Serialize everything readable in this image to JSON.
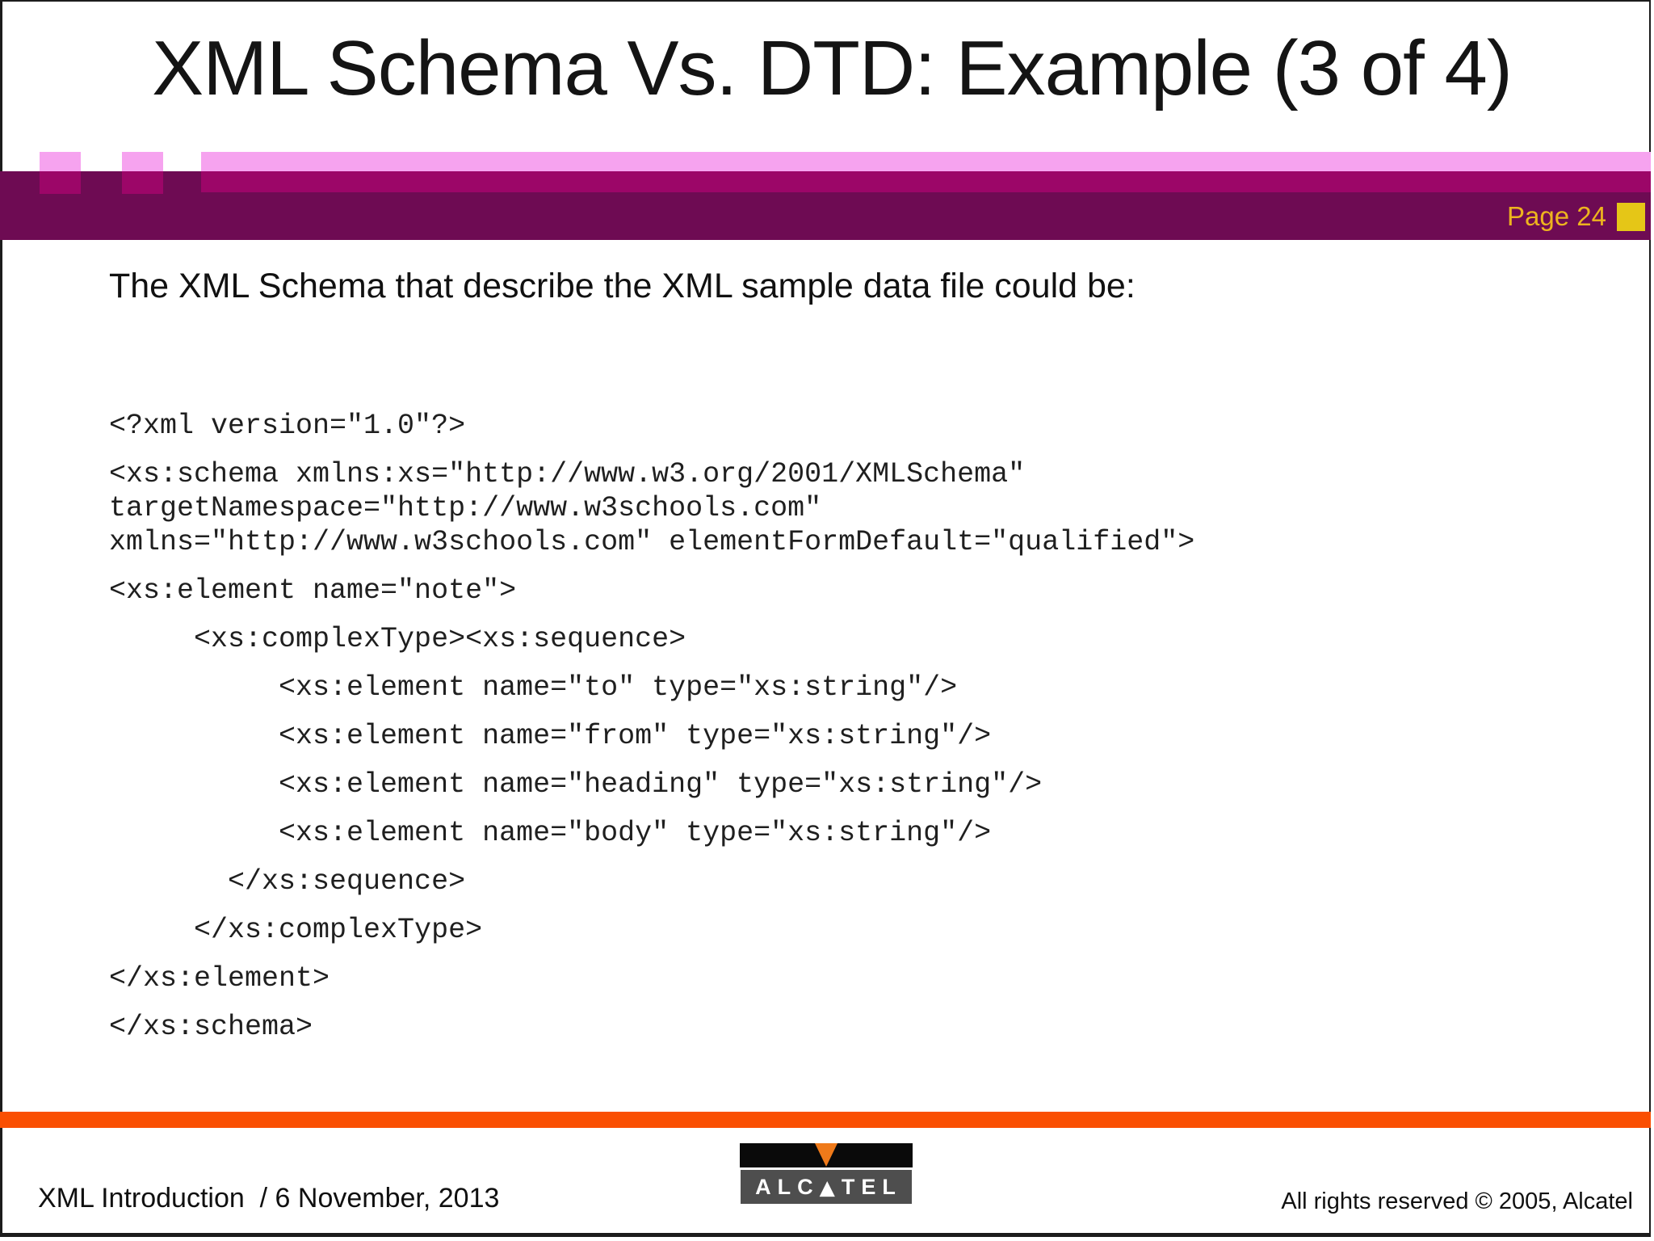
{
  "title": "XML Schema Vs. DTD: Example (3 of 4)",
  "page_badge": {
    "label": "Page 24"
  },
  "body": {
    "heading": "The XML Schema that describe the XML sample data file could be:",
    "code_paragraphs": [
      [
        "<?xml version=\"1.0\"?>"
      ],
      [
        "<xs:schema xmlns:xs=\"http://www.w3.org/2001/XMLSchema\"",
        "targetNamespace=\"http://www.w3schools.com\"",
        "xmlns=\"http://www.w3schools.com\" elementFormDefault=\"qualified\">"
      ],
      [
        "<xs:element name=\"note\">"
      ],
      [
        "     <xs:complexType><xs:sequence>"
      ],
      [
        "          <xs:element name=\"to\" type=\"xs:string\"/>"
      ],
      [
        "          <xs:element name=\"from\" type=\"xs:string\"/>"
      ],
      [
        "          <xs:element name=\"heading\" type=\"xs:string\"/>"
      ],
      [
        "          <xs:element name=\"body\" type=\"xs:string\"/>"
      ],
      [
        "       </xs:sequence>"
      ],
      [
        "     </xs:complexType>"
      ],
      [
        "</xs:element>"
      ],
      [
        "</xs:schema>"
      ]
    ]
  },
  "footer": {
    "left_text": "XML Introduction  / 6 November, 2013",
    "right_text": "All rights reserved © 2005, Alcatel",
    "logo": {
      "text_pre": "ALC",
      "triangle_glyph": "▲",
      "text_post": "TEL"
    }
  },
  "colors": {
    "light_pink": "#F6A3EF",
    "medium_magenta": "#9C0668",
    "dark_purple": "#6E0B53",
    "gold_text": "#EDB41E",
    "gold_square": "#E5C617",
    "orange_line": "#FA4F02",
    "logo_triangle_orange": "#EF7A1A",
    "logo_black": "#0A0A0A",
    "logo_gray": "#4E4E4E",
    "text_black": "#1A1A1A"
  }
}
